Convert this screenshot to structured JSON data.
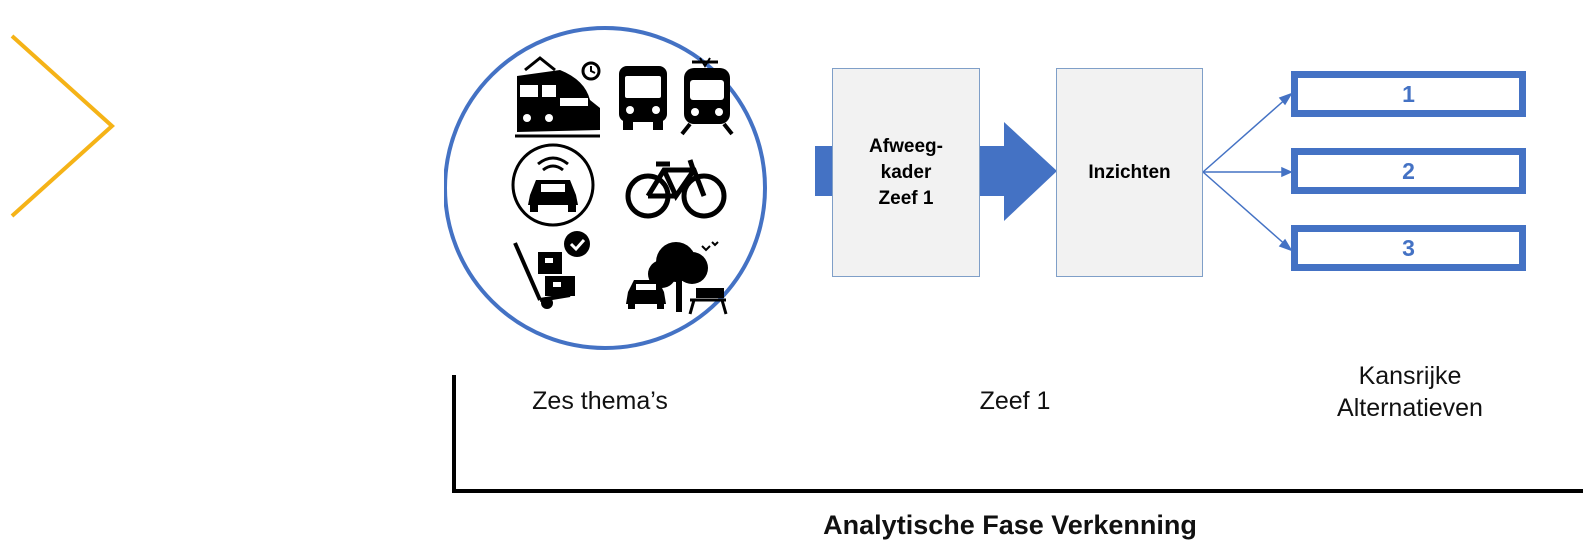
{
  "themes": {
    "label": "Zes thema’s",
    "icons": [
      "train-clock-icon",
      "bus-icon",
      "tram-icon",
      "connected-car-icon",
      "bicycle-icon",
      "parcel-delivery-icon",
      "car-park-nature-icon"
    ]
  },
  "sieve": {
    "box_lines": [
      "Afweeg-",
      "kader",
      "Zeef 1"
    ],
    "label": "Zeef 1"
  },
  "insights": {
    "label": "Inzichten"
  },
  "alternatives": {
    "items": [
      "1",
      "2",
      "3"
    ],
    "label_lines": [
      "Kansrijke",
      "Alternatieven"
    ]
  },
  "footer": {
    "title": "Analytische Fase Verkenning"
  },
  "colors": {
    "accent_blue": "#4472c4",
    "chevron_yellow": "#f5b317",
    "box_fill": "#f2f2f2"
  }
}
